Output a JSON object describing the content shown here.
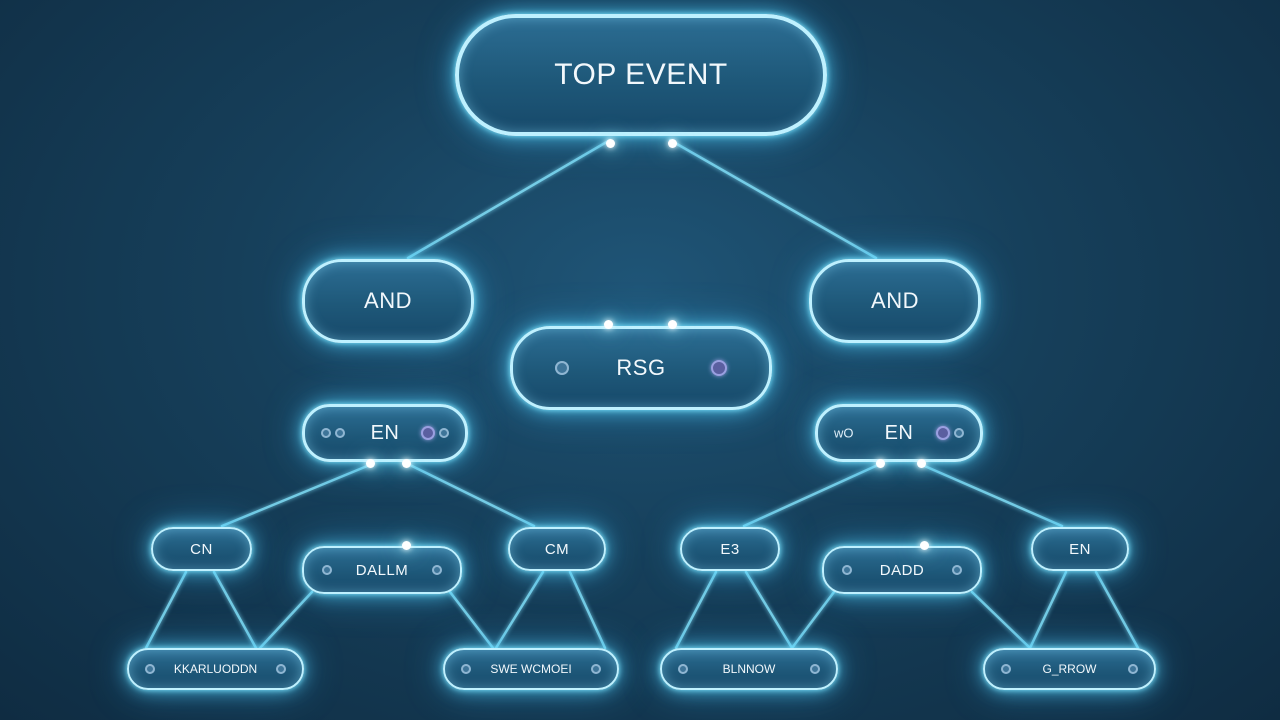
{
  "diagram": {
    "top": {
      "label": "TOP EVENT"
    },
    "and_left": {
      "label": "AND"
    },
    "and_right": {
      "label": "AND"
    },
    "rsg": {
      "label": "RSG"
    },
    "en_left": {
      "label": "EN"
    },
    "en_right": {
      "label": "EN",
      "prefix": "wO"
    },
    "cn": {
      "label": "CN"
    },
    "dallm": {
      "label": "DALLM"
    },
    "cm": {
      "label": "CM"
    },
    "e3": {
      "label": "E3"
    },
    "dadd": {
      "label": "DADD"
    },
    "en_small": {
      "label": "EN"
    },
    "leaf_1": {
      "label": "KKARLUODDN"
    },
    "leaf_2": {
      "label": "SWE WCMOEI"
    },
    "leaf_3": {
      "label": "BLNNOW"
    },
    "leaf_4": {
      "label": "G_RROW"
    }
  },
  "colors": {
    "background": "#163f5a",
    "node_fill": "#1e5879",
    "node_border": "#bff1ff",
    "connector": "#7fdcf5",
    "glyph_purple": "#5b5fa0"
  }
}
